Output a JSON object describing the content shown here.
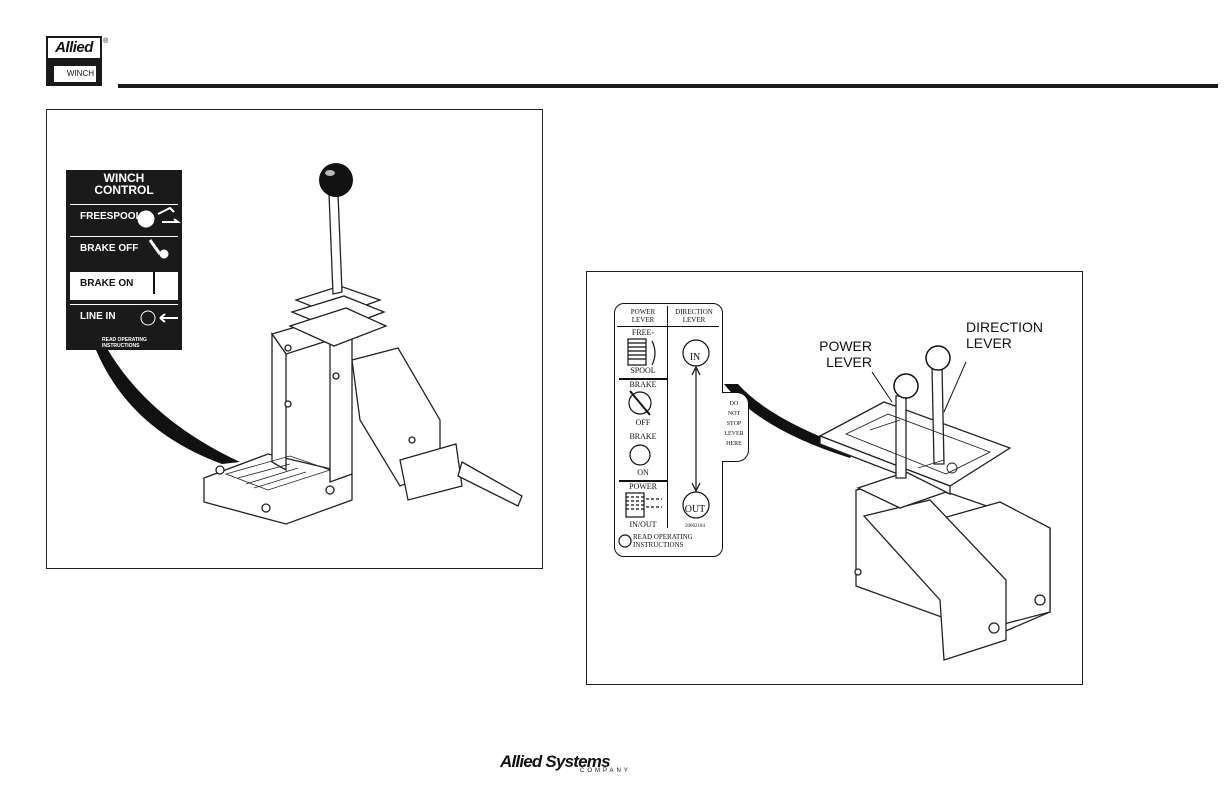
{
  "header": {
    "logo_top": "Allied",
    "logo_bottom": "WINCH",
    "registered": "®"
  },
  "figure1": {
    "decal": {
      "title_line1": "WINCH",
      "title_line2": "CONTROL",
      "rows": [
        "FREESPOOL",
        "BRAKE OFF",
        "BRAKE ON",
        "LINE IN"
      ],
      "footer_line1": "READ OPERATING",
      "footer_line2": "INSTRUCTIONS"
    }
  },
  "figure2": {
    "decal": {
      "power_header_1": "POWER",
      "power_header_2": "LEVER",
      "direction_header_1": "DIRECTION",
      "direction_header_2": "LEVER",
      "free": "FREE-",
      "spool": "SPOOL",
      "brake_off_1": "BRAKE",
      "brake_off_2": "OFF",
      "brake_on_1": "BRAKE",
      "brake_on_2": "ON",
      "power_inout_1": "POWER",
      "power_inout_2": "IN/OUT",
      "in": "IN",
      "out": "OUT",
      "part_no": "20002184",
      "side_note": [
        "DO",
        "NOT",
        "STOP",
        "LEVER",
        "HERE"
      ],
      "read_1": "READ OPERATING",
      "read_2": "INSTRUCTIONS"
    },
    "callouts": {
      "power_1": "POWER",
      "power_2": "LEVER",
      "direction_1": "DIRECTION",
      "direction_2": "LEVER"
    }
  },
  "footer": {
    "company": "Allied Systems",
    "company_sub": "COMPANY"
  }
}
